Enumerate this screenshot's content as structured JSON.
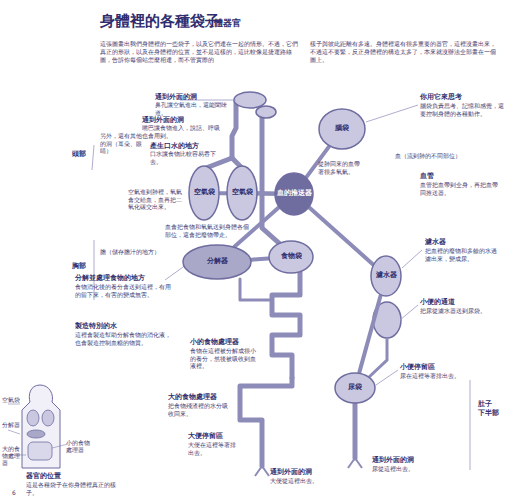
{
  "diagram": {
    "title": "身體裡的各種袋子",
    "nodes": [
      {
        "text": [
          "腦袋"
        ]
      },
      {
        "text": [
          "空氣袋"
        ]
      },
      {
        "text": [
          "空氣袋"
        ]
      },
      {
        "text": [
          "血的推送器"
        ]
      },
      {
        "text": [
          "分解器"
        ]
      },
      {
        "text": [
          "食物袋"
        ]
      },
      {
        "text": [
          "濾水器"
        ]
      },
      {
        "text": [
          "尿袋"
        ]
      }
    ],
    "edges": [
      {
        "from": 1,
        "to": 3,
        "arrow": "none"
      },
      {
        "from": 2,
        "to": 3,
        "arrow": "none"
      },
      {
        "from": 3,
        "to": 0,
        "arrow": "none"
      },
      {
        "from": 3,
        "to": 4,
        "arrow": "none"
      },
      {
        "from": 5,
        "to": 4,
        "arrow": "none"
      },
      {
        "from": 3,
        "to": 6,
        "arrow": "none"
      },
      {
        "from": 6,
        "to": 7,
        "arrow": "none"
      }
    ],
    "labels": [
      "人體器官",
      "這張圖畫出我們身體裡的一些袋子，以及它們連在一起的情形。不過，它們真正的形狀，以及在身體裡的位置，並不是這樣的，這比較像是捷運路線圖，告訴你每個站怎麼相連，而不管實際的",
      "樣子與彼此距離有多遠。身體裡還有很多重要的器官，這裡沒畫出來，不過這不要緊，反正身體裡的構造太多了，本來就沒辦法全部畫在一個圖上。",
      "頭部",
      "胸部",
      "肚子 下半部",
      "通到外面的洞",
      "鼻孔讓空氣進出，還能聞味道。",
      "通到外面的洞",
      "嘴巴讓食物進入，說話、呼吸也會用到。",
      "另外，還有其他的洞（耳朵、眼睛）",
      "產生口水的地方",
      "口水讓食物比較容易吞下去。",
      "空氣進到肺裡，氧氣會交給血，血再把二氧化碳交出來。",
      "血會把食物和氧氣送到身體各個部位，還會把廢物帶走。",
      "膽（儲存膽汁的地方）",
      "分解並處理食物的地方",
      "食物消化後的養分會送到這裡，有用的留下來，有害的變成無害。",
      "製造特別的水",
      "這裡會製造幫助分解食物的消化液，也會製造控制血糖的物質。",
      "小的食物處理器",
      "食物在這裡被分解成很小的養分，然後被吸收到血液裡。",
      "大的食物處理器",
      "把食物殘渣裡的水分吸收回來。",
      "大便停留區",
      "大便在這裡等著排出去。",
      "通到外面的洞",
      "大便從這裡出去。",
      "你用它來思考",
      "腦袋負責思考、記憶和感覺，還要控制身體的各種動作。",
      "血（流到肺的不同部位）",
      "血管",
      "血管把血帶到全身，再把血帶回推送器。",
      "從肺回來的血帶著很多氧氣。",
      "濾水器",
      "把血裡的廢物和多餘的水過濾出來，變成尿。",
      "小便的通道",
      "把尿從濾水器送到尿袋。",
      "小便停留區",
      "尿在這裡等著排出去。",
      "通到外面的洞",
      "尿從這裡出去。",
      "空氣袋",
      "分解器",
      "大的食物處理器",
      "小的食物處理器",
      "器官的位置",
      "這是各種袋子在你身體裡真正的樣子。",
      "6"
    ]
  }
}
